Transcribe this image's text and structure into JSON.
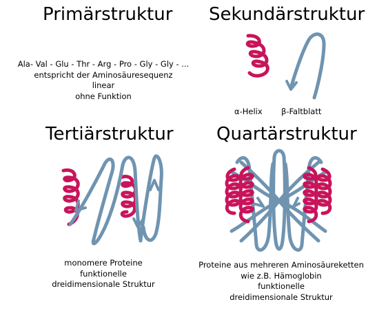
{
  "colors": {
    "helix": "#c8145a",
    "sheet": "#6f94b1"
  },
  "primary": {
    "title": "Primärstruktur",
    "sequence": "Ala- Val - Glu - Thr - Arg - Pro  - Gly - Gly - ...",
    "line2": "entspricht der Aminosäuresequenz",
    "line3": "linear",
    "line4": "ohne Funktion"
  },
  "secondary": {
    "title": "Sekundärstruktur",
    "helix_label": "α-Helix",
    "sheet_label": "β-Faltblatt"
  },
  "tertiary": {
    "title": "Tertiärstruktur",
    "line1": "monomere Proteine",
    "line2": "funktionelle",
    "line3": "dreidimensionale Struktur"
  },
  "quaternary": {
    "title": "Quartärstruktur",
    "line1": "Proteine aus mehreren Aminosäureketten",
    "line2": "wie z.B. Hämoglobin",
    "line3": "funktionelle",
    "line4": "dreidimensionale Struktur"
  }
}
